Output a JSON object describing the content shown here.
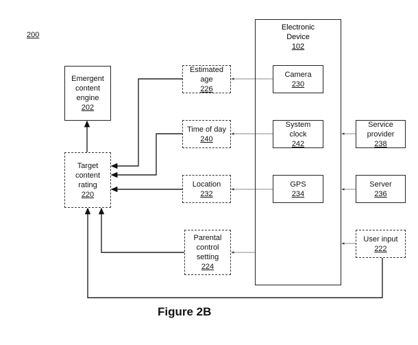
{
  "figure": {
    "reference_number": "200",
    "caption": "Figure 2B"
  },
  "electronic_device": {
    "label": "Electronic Device",
    "number": "102"
  },
  "boxes": {
    "emergent_engine": {
      "label": "Emergent content engine",
      "number": "202",
      "style": "solid"
    },
    "target_rating": {
      "label": "Target content rating",
      "number": "220",
      "style": "dashed"
    },
    "estimated_age": {
      "label": "Estimated age",
      "number": "226",
      "style": "dashed"
    },
    "time_of_day": {
      "label": "Time of day",
      "number": "240",
      "style": "dashed"
    },
    "location": {
      "label": "Location",
      "number": "232",
      "style": "dashed"
    },
    "parental_control": {
      "label": "Parental control setting",
      "number": "224",
      "style": "dashed"
    },
    "camera": {
      "label": "Camera",
      "number": "230",
      "style": "solid"
    },
    "system_clock": {
      "label": "System clock",
      "number": "242",
      "style": "solid"
    },
    "gps": {
      "label": "GPS",
      "number": "234",
      "style": "solid"
    },
    "service_provider": {
      "label": "Service provider",
      "number": "238",
      "style": "solid"
    },
    "server": {
      "label": "Server",
      "number": "236",
      "style": "solid"
    },
    "user_input": {
      "label": "User input",
      "number": "222",
      "style": "dashed"
    }
  }
}
